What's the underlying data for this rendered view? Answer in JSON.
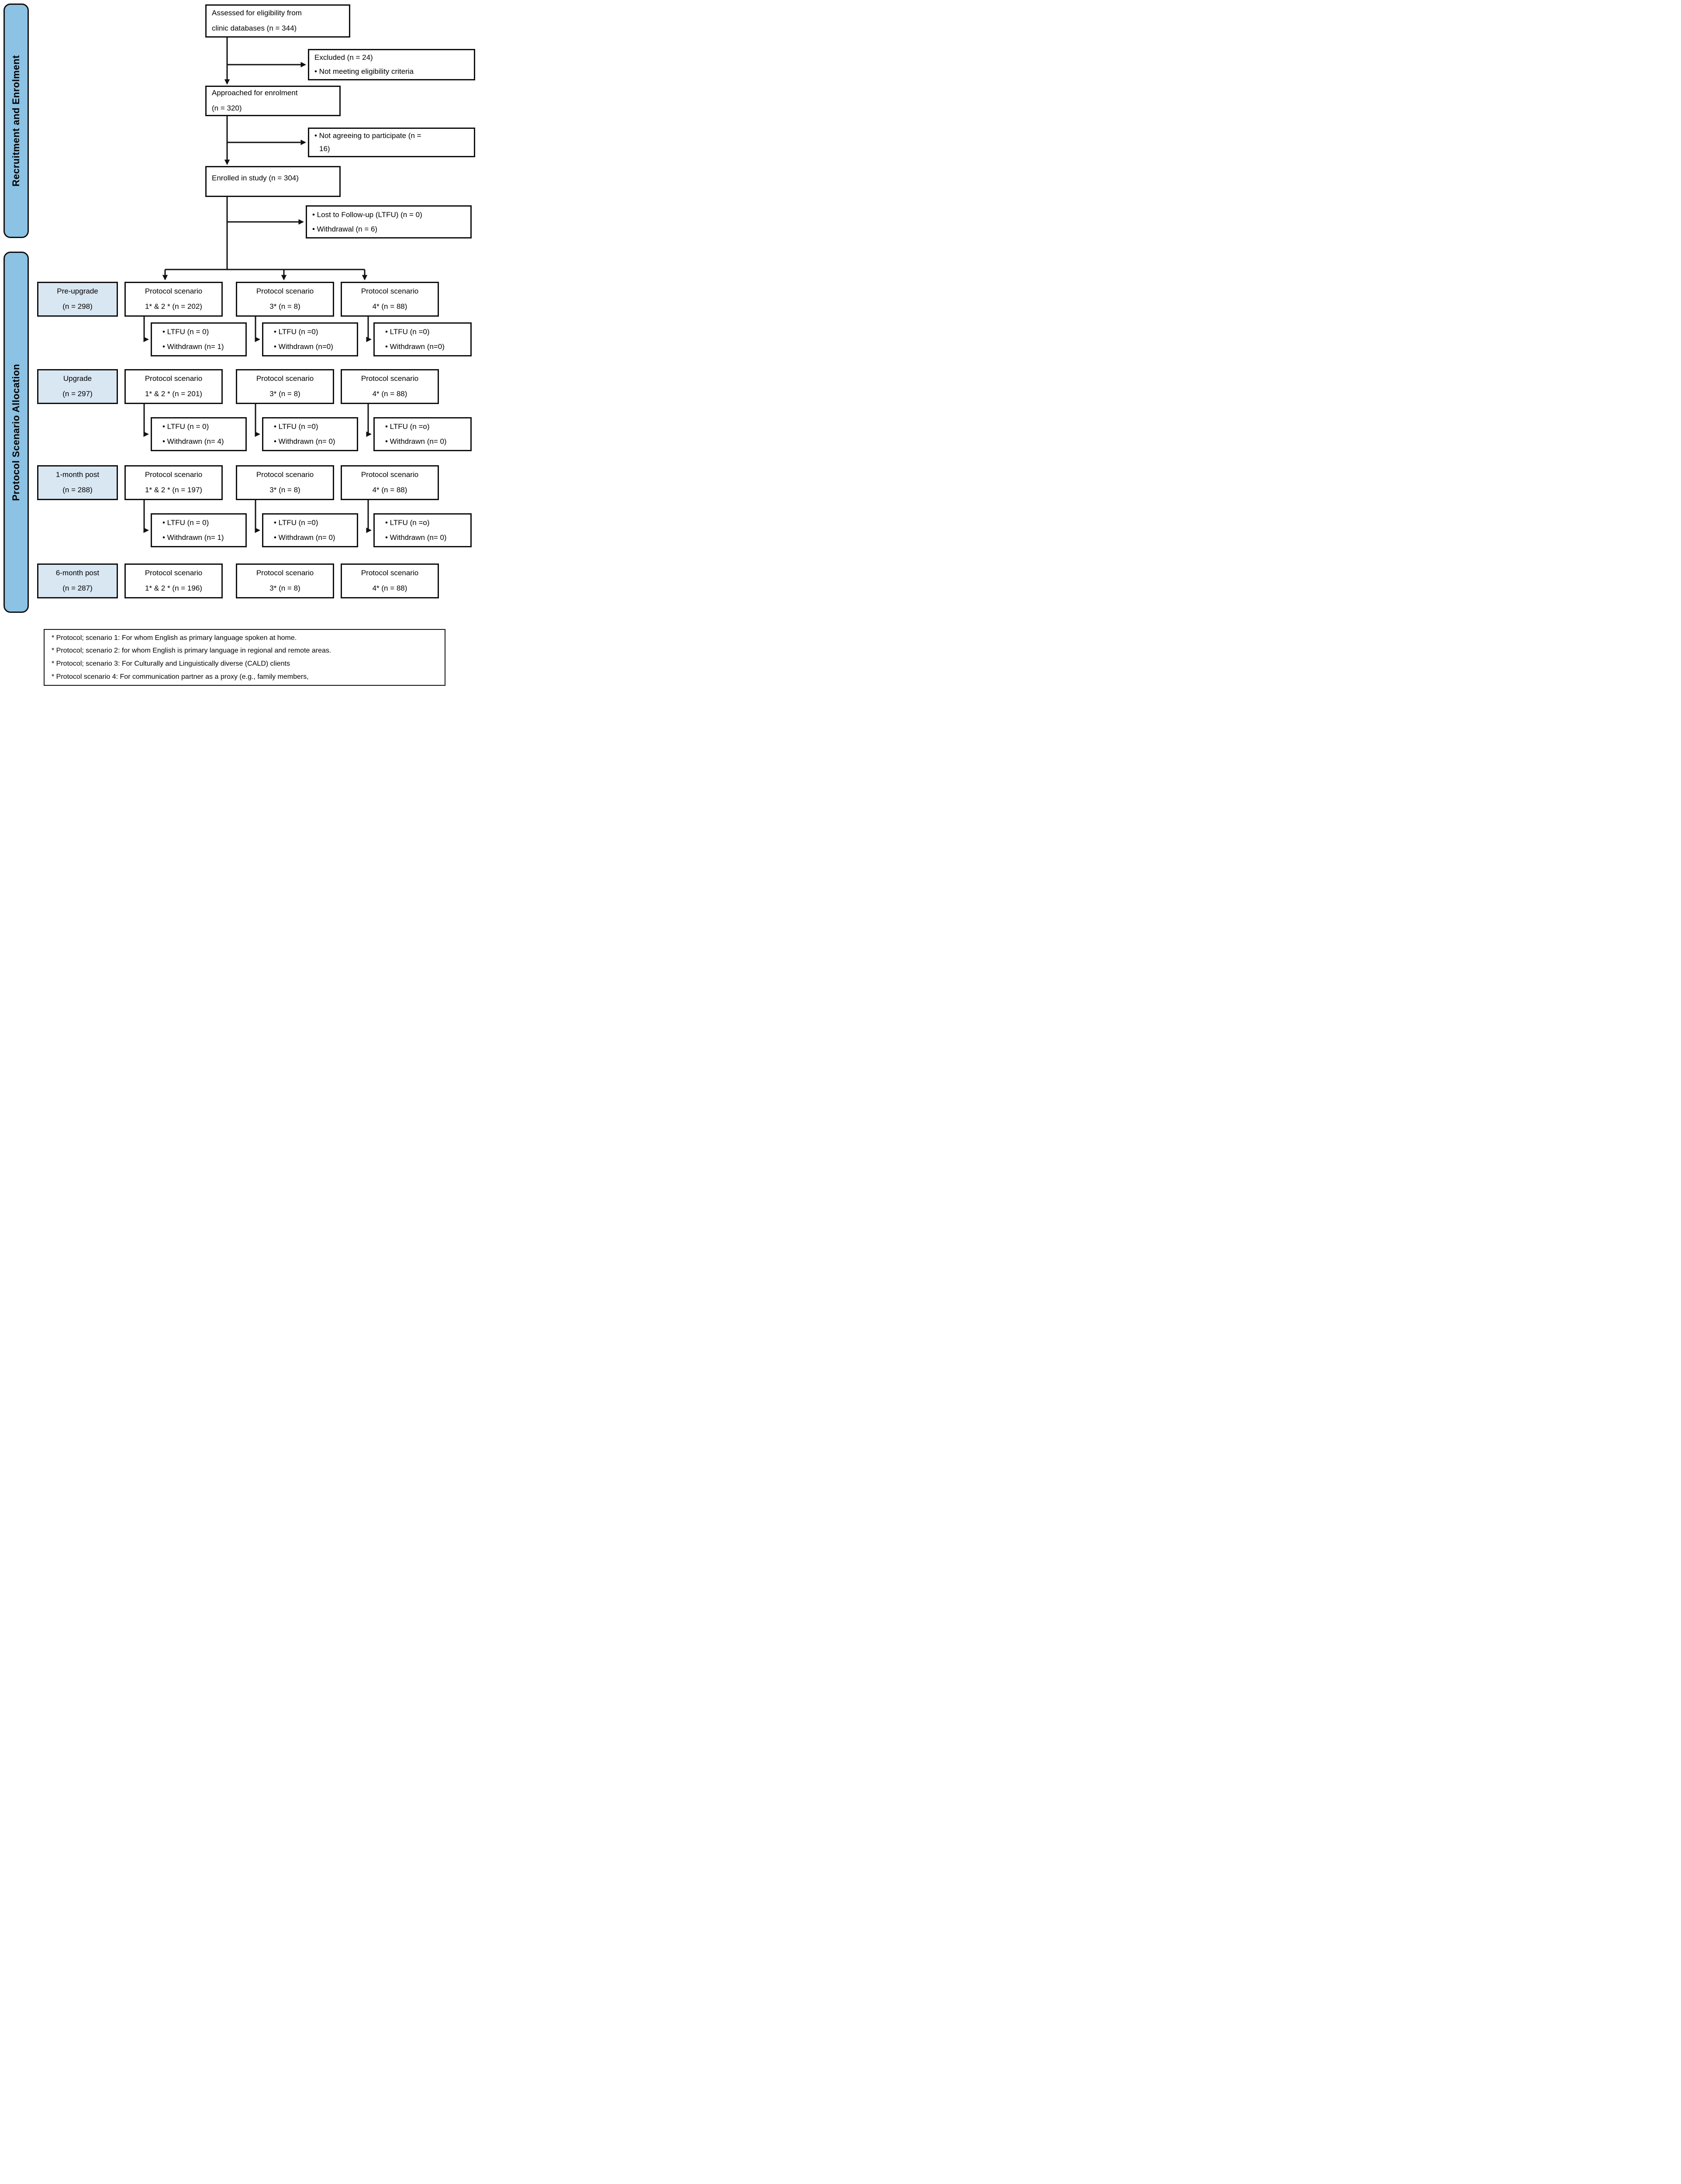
{
  "colors": {
    "sidebar-blue": "#8cc2e3",
    "label-blue": "#d9e7f3",
    "ink": "#111111"
  },
  "sidebar": {
    "recruitment": "Recruitment and Enrolment",
    "allocation": "Protocol Scenario Allocation"
  },
  "flow": {
    "assessed_line1": "Assessed for eligibility from",
    "assessed_line2": "clinic databases (n = 344)",
    "excluded_title": "Excluded (n = 24)",
    "excluded_bullet": "• Not meeting eligibility criteria",
    "approached_line1": "Approached for enrolment",
    "approached_line2": "(n = 320)",
    "not_agreeing_bullet": "• Not agreeing to participate (n = 16)",
    "enrolled": "Enrolled in study (n = 304)",
    "attrition_bullet1": "• Lost to Follow-up (LTFU) (n = 0)",
    "attrition_bullet2": "• Withdrawal (n = 6)"
  },
  "rows": [
    {
      "label1": "Pre-upgrade",
      "label2": "(n = 298)",
      "boxes": [
        {
          "l1": "Protocol scenario",
          "l2": "1* & 2 * (n = 202)"
        },
        {
          "l1": "Protocol scenario",
          "l2": "3* (n = 8)"
        },
        {
          "l1": "Protocol scenario",
          "l2": "4* (n = 88)"
        }
      ],
      "subs": [
        {
          "b1": "• LTFU (n = 0)",
          "b2": "• Withdrawn (n= 1)"
        },
        {
          "b1": "• LTFU (n =0)",
          "b2": "• Withdrawn (n=0)"
        },
        {
          "b1": "• LTFU (n =0)",
          "b2": "• Withdrawn (n=0)"
        }
      ]
    },
    {
      "label1": "Upgrade",
      "label2": "(n = 297)",
      "boxes": [
        {
          "l1": "Protocol scenario",
          "l2": "1* & 2 * (n = 201)"
        },
        {
          "l1": "Protocol scenario",
          "l2": "3* (n = 8)"
        },
        {
          "l1": "Protocol scenario",
          "l2": "4* (n = 88)"
        }
      ],
      "subs": [
        {
          "b1": "• LTFU (n = 0)",
          "b2": "• Withdrawn (n= 4)"
        },
        {
          "b1": "• LTFU (n =0)",
          "b2": "• Withdrawn (n= 0)"
        },
        {
          "b1": "• LTFU (n =o)",
          "b2": "• Withdrawn (n= 0)"
        }
      ]
    },
    {
      "label1": "1-month post",
      "label2": "(n = 288)",
      "boxes": [
        {
          "l1": "Protocol scenario",
          "l2": "1* & 2 * (n = 197)"
        },
        {
          "l1": "Protocol scenario",
          "l2": "3* (n = 8)"
        },
        {
          "l1": "Protocol scenario",
          "l2": "4* (n = 88)"
        }
      ],
      "subs": [
        {
          "b1": "• LTFU (n = 0)",
          "b2": "• Withdrawn (n= 1)"
        },
        {
          "b1": "• LTFU (n =0)",
          "b2": "• Withdrawn (n= 0)"
        },
        {
          "b1": "• LTFU (n =o)",
          "b2": "• Withdrawn (n= 0)"
        }
      ]
    },
    {
      "label1": "6-month post",
      "label2": "(n = 287)",
      "boxes": [
        {
          "l1": "Protocol scenario",
          "l2": "1* & 2 * (n = 196)"
        },
        {
          "l1": "Protocol scenario",
          "l2": "3* (n = 8)"
        },
        {
          "l1": "Protocol scenario",
          "l2": "4* (n = 88)"
        }
      ]
    }
  ],
  "footnotes": [
    "* Protocol; scenario 1: For whom English as primary language spoken at home.",
    "* Protocol; scenario 2: for whom English is primary language in regional and remote areas.",
    "* Protocol; scenario 3: For Culturally and Linguistically diverse (CALD) clients",
    "* Protocol scenario 4: For communication partner as a proxy (e.g., family members,"
  ]
}
